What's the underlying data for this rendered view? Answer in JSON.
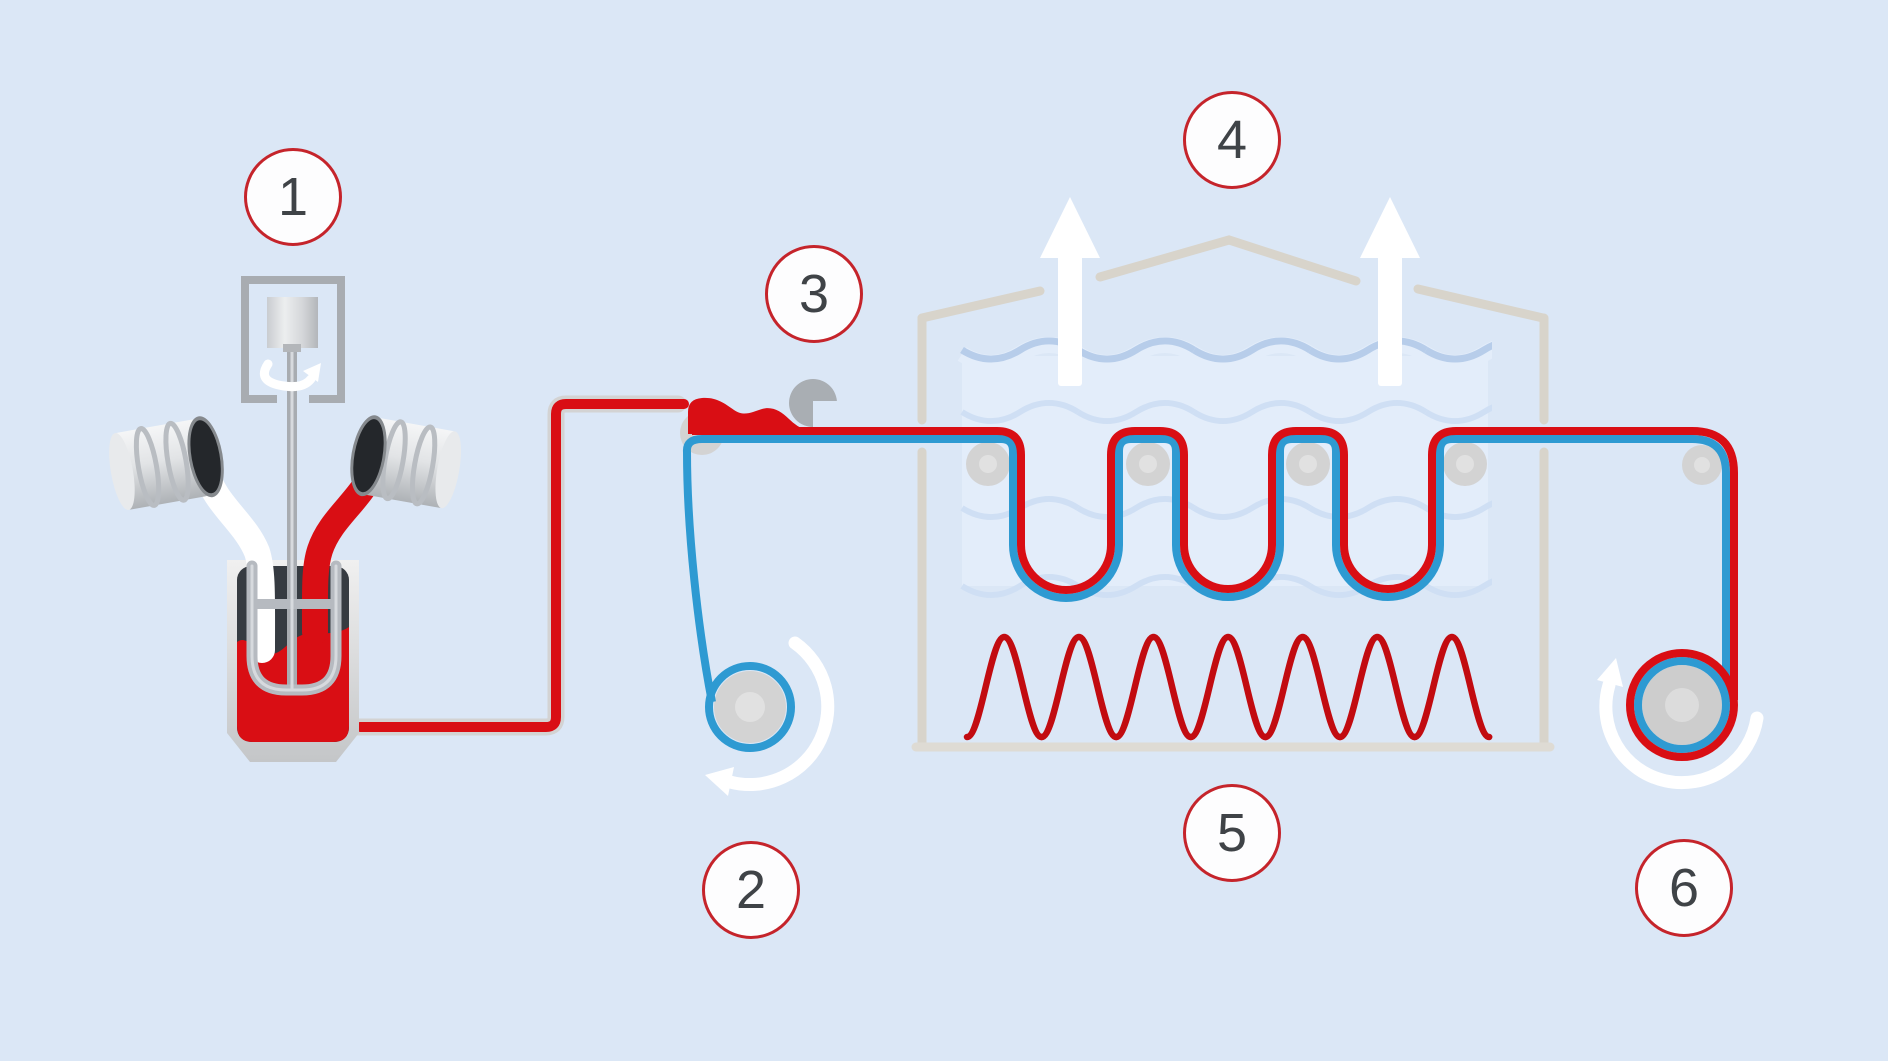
{
  "title": "Film coating and drying process diagram",
  "background_color": "#dbe7f6",
  "colors": {
    "coating_red": "#d90e14",
    "film_blue": "#2e9ad2",
    "heater_red": "#c20b10",
    "metal_gray": "#a8acb1",
    "roller_gray": "#d3d3d3",
    "oven_outline_gray": "#d8d4cb",
    "water_fill": "#e3edfa",
    "marker_border_red": "#c5242b",
    "marker_text": "#3f4347"
  },
  "steps": [
    {
      "label": "1"
    },
    {
      "label": "2"
    },
    {
      "label": "3"
    },
    {
      "label": "4"
    },
    {
      "label": "5"
    },
    {
      "label": "6"
    }
  ],
  "icons": [
    "rotation-arrow-icon",
    "steam-arrow-icon",
    "unwind-rotation-arrow-icon",
    "winder-rotation-arrow-icon"
  ]
}
